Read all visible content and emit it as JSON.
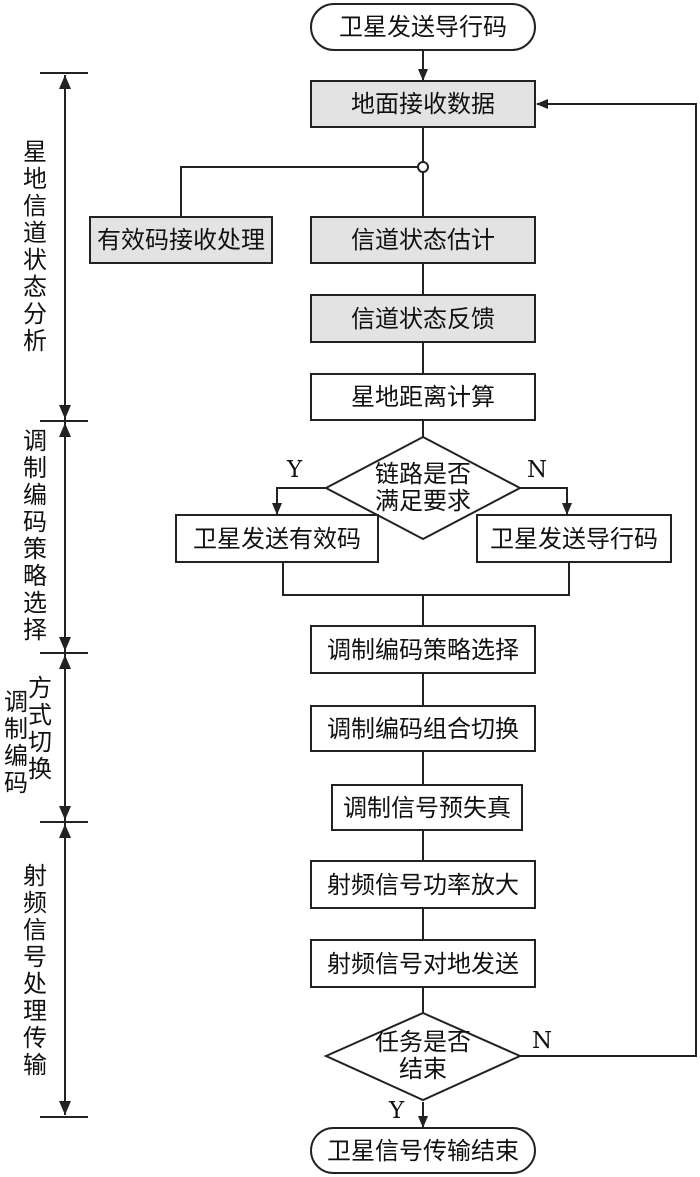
{
  "nodes": {
    "start": "卫星发送导行码",
    "ground_receive": "地面接收数据",
    "valid_code_process": "有效码接收处理",
    "channel_estimate": "信道状态估计",
    "channel_feedback": "信道状态反馈",
    "distance_calc": "星地距离计算",
    "decision_link_line1": "链路是否",
    "decision_link_line2": "满足要求",
    "send_valid_code": "卫星发送有效码",
    "send_pilot_code": "卫星发送导行码",
    "mod_strategy": "调制编码策略选择",
    "mod_switch": "调制编码组合切换",
    "predistortion": "调制信号预失真",
    "power_amp": "射频信号功率放大",
    "rf_send": "射频信号对地发送",
    "decision_task_line1": "任务是否",
    "decision_task_line2": "结束",
    "end": "卫星信号传输结束"
  },
  "branch_labels": {
    "link_yes": "Y",
    "link_no": "N",
    "task_no": "N",
    "task_yes": "Y"
  },
  "stages": {
    "stage1": [
      "星",
      "地",
      "信",
      "道",
      "状",
      "态",
      "分",
      "析"
    ],
    "stage2": [
      "调",
      "制",
      "编",
      "码",
      "策",
      "略",
      "选",
      "择"
    ],
    "stage3_col_left": [
      "调",
      "制",
      "编",
      "码"
    ],
    "stage3_col_right": [
      "方",
      "式",
      "切",
      "换"
    ],
    "stage4": [
      "射",
      "频",
      "信",
      "号",
      "处",
      "理",
      "传",
      "输"
    ]
  },
  "colors": {
    "line": "#222222",
    "shaded_box": "#e3e3e3",
    "background": "#ffffff"
  }
}
